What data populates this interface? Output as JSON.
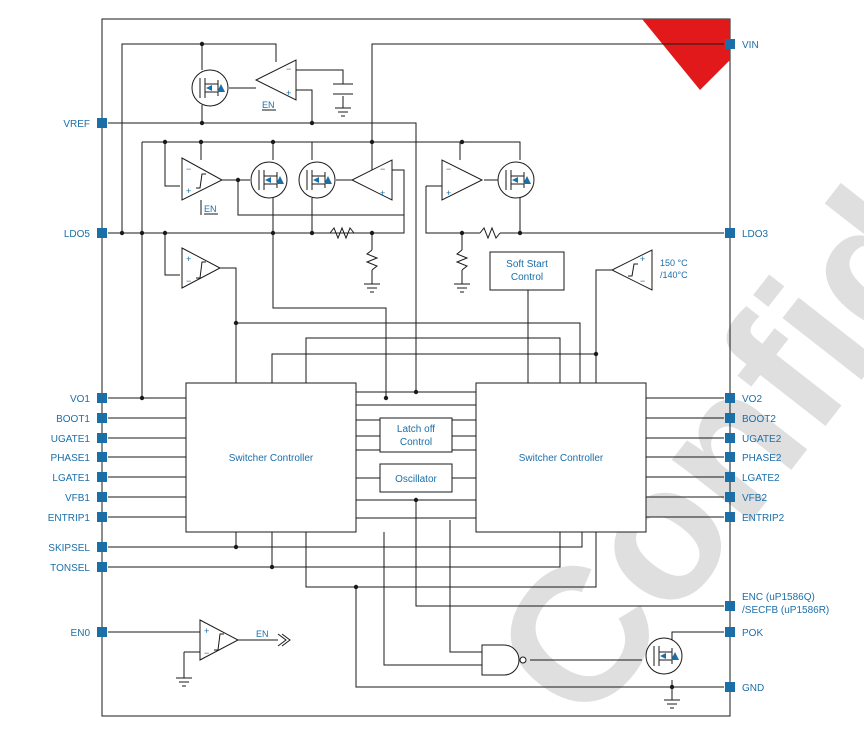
{
  "pins_left": {
    "vref": "VREF",
    "ldo5": "LDO5",
    "vo1": "VO1",
    "boot1": "BOOT1",
    "ugate1": "UGATE1",
    "phase1": "PHASE1",
    "lgate1": "LGATE1",
    "vfb1": "VFB1",
    "entrip1": "ENTRIP1",
    "skipsel": "SKIPSEL",
    "tonsel": "TONSEL",
    "en0": "EN0"
  },
  "pins_right": {
    "vin": "VIN",
    "ldo3": "LDO3",
    "vo2": "VO2",
    "boot2": "BOOT2",
    "ugate2": "UGATE2",
    "phase2": "PHASE2",
    "lgate2": "LGATE2",
    "vfb2": "VFB2",
    "entrip2": "ENTRIP2",
    "enc_line1": "ENC (uP1586Q)",
    "enc_line2": "/SECFB (uP1586R)",
    "pok": "POK",
    "gnd": "GND"
  },
  "blocks": {
    "switcher_controller_1": "Switcher Controller",
    "switcher_controller_2": "Switcher Controller",
    "latch_off_line1": "Latch off",
    "latch_off_line2": "Control",
    "oscillator": "Oscillator",
    "soft_start_line1": "Soft Start",
    "soft_start_line2": "Control",
    "thermal_line1": "150 °C",
    "thermal_line2": "/140°C"
  },
  "signals": {
    "en_label_1": "EN",
    "en_label_2": "EN",
    "en_out": "EN"
  },
  "watermark": "Confidential",
  "colors": {
    "pin_blue": "#1b6fa8",
    "mosfet_blue": "#1b6fa8",
    "watermark_grey": "#b0b0b0",
    "corner_red": "#e1191b"
  }
}
